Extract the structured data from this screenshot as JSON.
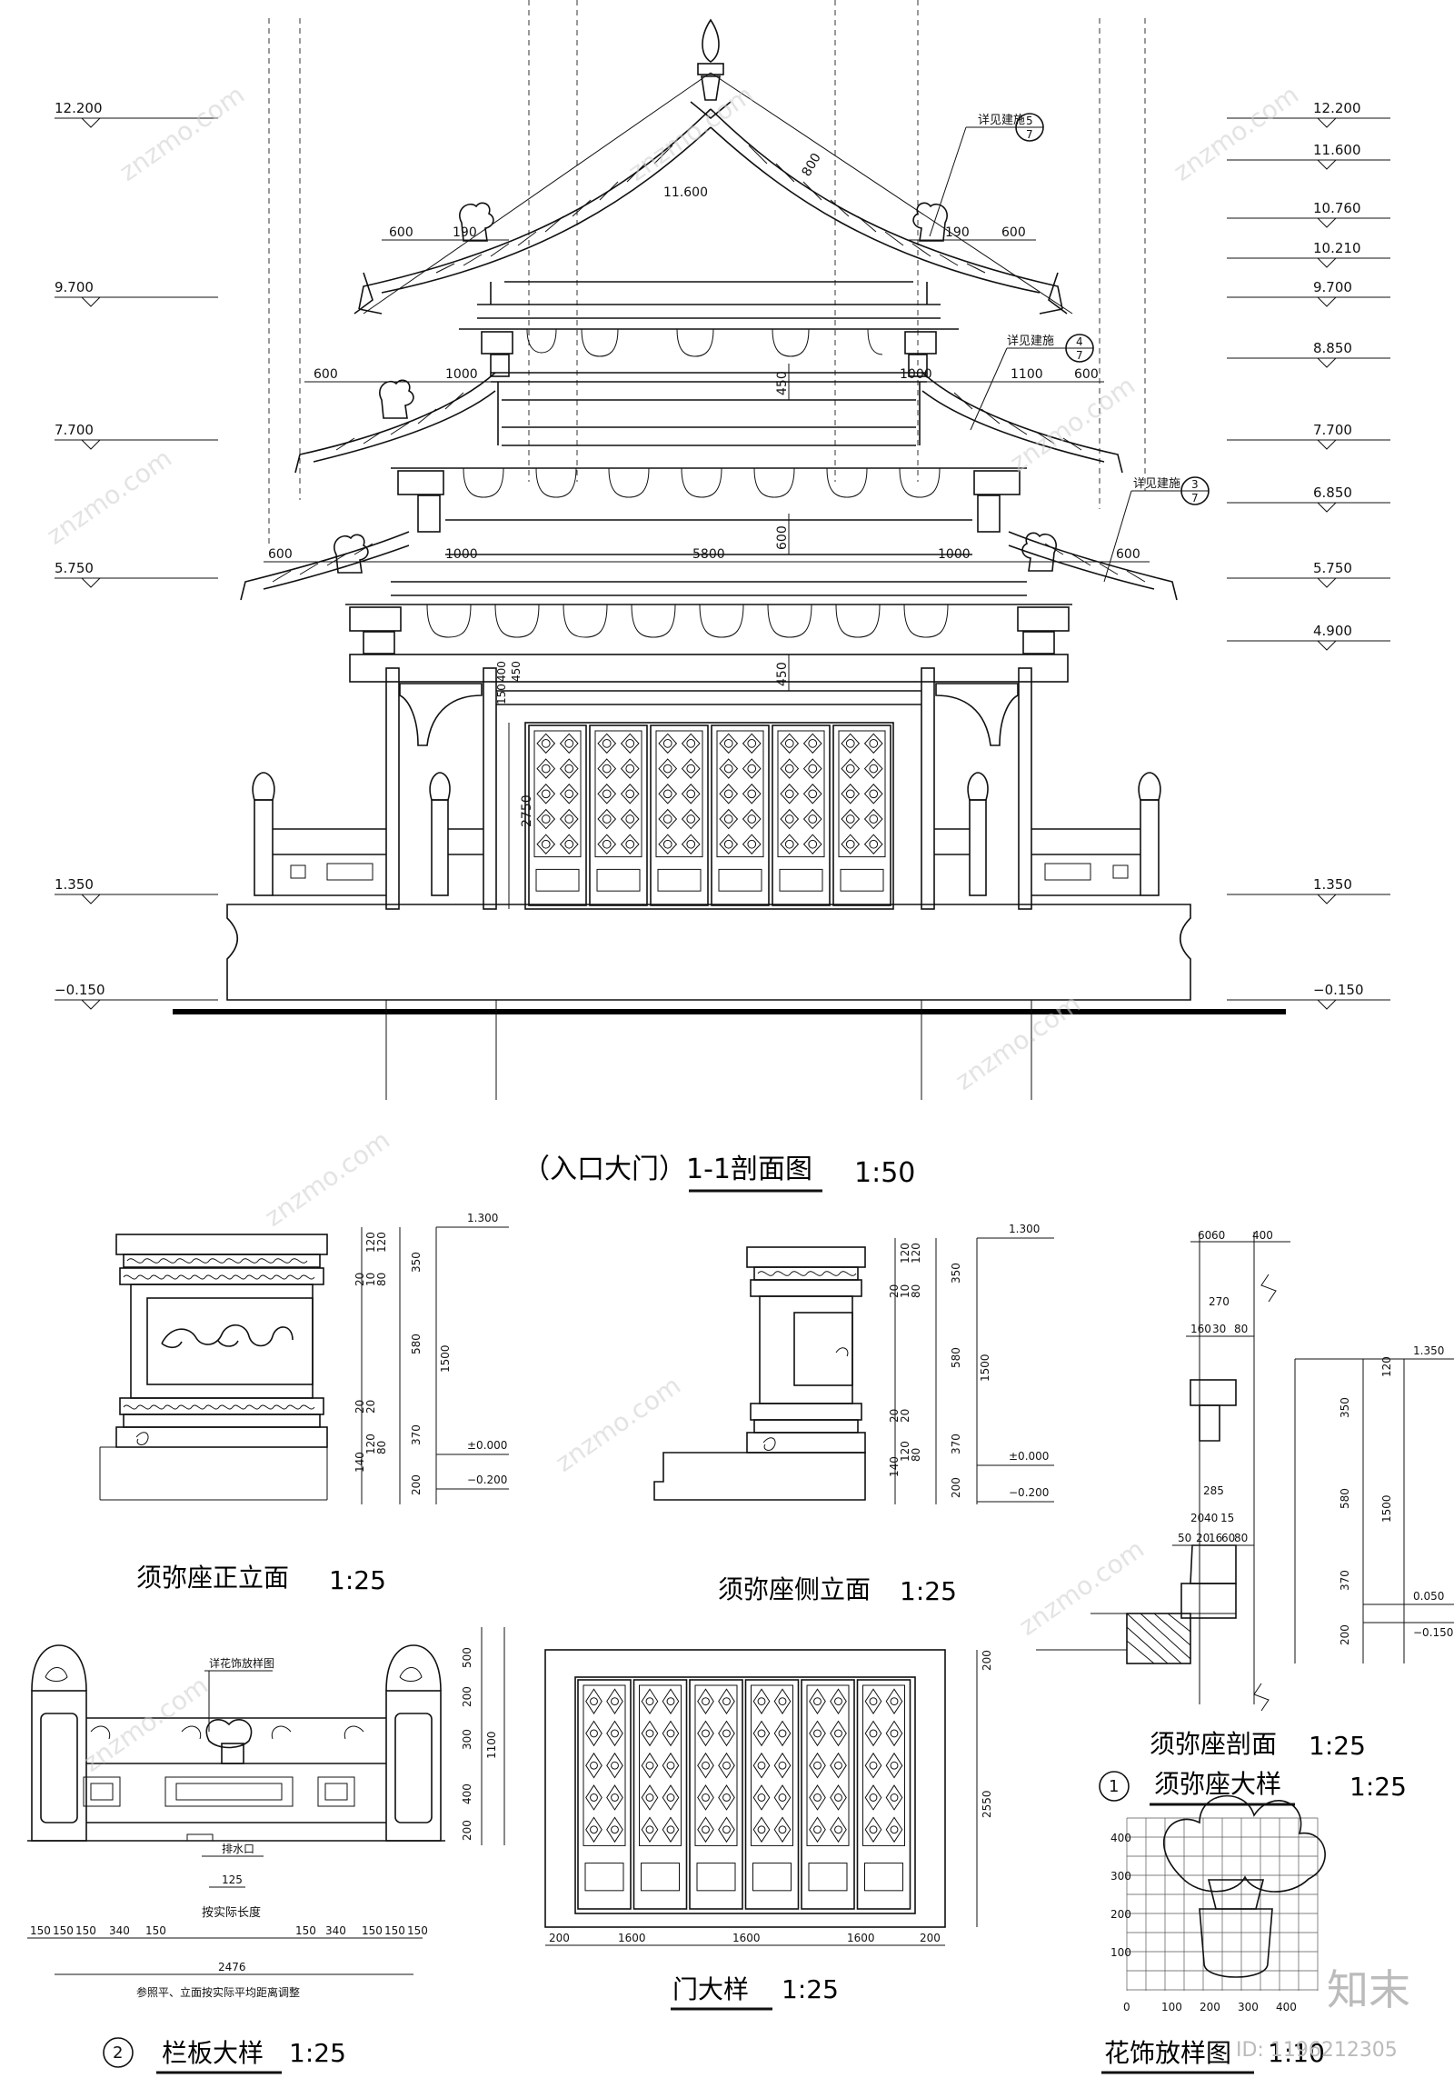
{
  "main_section": {
    "title": "（入口大门）1-1剖面图",
    "scale": "1:50",
    "levels_left": [
      "12.200",
      "9.700",
      "7.700",
      "5.750",
      "1.350",
      "−0.150"
    ],
    "levels_right": [
      "12.200",
      "11.600",
      "10.760",
      "10.210",
      "9.700",
      "8.850",
      "7.700",
      "6.850",
      "5.750",
      "4.900",
      "1.350",
      "−0.150"
    ],
    "ridge_level": "11.600",
    "rafter_length": "800",
    "refs": [
      {
        "note": "详见建施",
        "num": "5",
        "den": "7"
      },
      {
        "note": "详见建施",
        "num": "4",
        "den": "7"
      },
      {
        "note": "详见建施",
        "num": "3",
        "den": "7"
      }
    ],
    "dims": {
      "top_left": [
        "600",
        "190"
      ],
      "top_right": [
        "190",
        "600"
      ],
      "mid_left": [
        "600",
        "1000"
      ],
      "mid_right": [
        "1000",
        "1100",
        "600"
      ],
      "low": [
        "600",
        "1000",
        "5800",
        "1000",
        "600"
      ],
      "heights": [
        "450",
        "600",
        "450",
        "2750",
        "150",
        "400",
        "450"
      ]
    }
  },
  "xumizuo_front": {
    "title": "须弥座正立面",
    "scale": "1:25",
    "level_top": "1.300",
    "level_zero": "±0.000",
    "level_bottom": "−0.200",
    "dims": [
      "120",
      "120",
      "350",
      "20",
      "10",
      "80",
      "580",
      "1500",
      "20",
      "20",
      "370",
      "140",
      "120",
      "80",
      "200"
    ]
  },
  "xumizuo_side": {
    "title": "须弥座侧立面",
    "scale": "1:25",
    "level_top": "1.300",
    "level_zero": "±0.000",
    "level_bottom": "−0.200",
    "dims": [
      "120",
      "120",
      "350",
      "20",
      "10",
      "80",
      "580",
      "1500",
      "20",
      "20",
      "370",
      "140",
      "120",
      "80",
      "200"
    ]
  },
  "xumizuo_section": {
    "title": "须弥座剖面",
    "scale": "1:25",
    "top_dims": [
      "60",
      "60",
      "400"
    ],
    "dims_270": [
      "270",
      "160",
      "30",
      "80"
    ],
    "dims_285": [
      "285",
      "20",
      "40",
      "15",
      "50",
      "20",
      "16",
      "60",
      "80"
    ],
    "level_top": "1.350",
    "level_mid": "0.050",
    "level_bottom": "−0.150",
    "right_dims": [
      "120",
      "350",
      "580",
      "1500",
      "370",
      "200"
    ]
  },
  "xumizuo_detail": {
    "number": "1",
    "title": "须弥座大样",
    "scale": "1:25"
  },
  "railing": {
    "number": "2",
    "title": "栏板大样",
    "scale": "1:25",
    "ornament_note": "详花饰放样图",
    "drain_note": "排水口",
    "drain_dim": "125",
    "length_note": "按实际长度",
    "bottom_dims": [
      "150",
      "150",
      "150",
      "340",
      "150",
      "150",
      "340",
      "150",
      "150",
      "150"
    ],
    "total": "2476",
    "footnote": "参照平、立面按实际平均距离调整",
    "height_dims": [
      "500",
      "200",
      "300",
      "1100",
      "400",
      "200"
    ]
  },
  "door": {
    "title": "门大样",
    "scale": "1:25",
    "bottom_dims": [
      "200",
      "1600",
      "1600",
      "1600",
      "200"
    ],
    "right_dims": [
      "200",
      "2550"
    ]
  },
  "ornament": {
    "title": "花饰放样图",
    "scale": "1:10",
    "y_ticks": [
      "400",
      "300",
      "200",
      "100"
    ],
    "x_ticks": [
      "0",
      "100",
      "200",
      "300",
      "400"
    ]
  },
  "watermark": {
    "site": "znzmo.com",
    "brand": "知末",
    "id": "ID: 1196212305"
  }
}
